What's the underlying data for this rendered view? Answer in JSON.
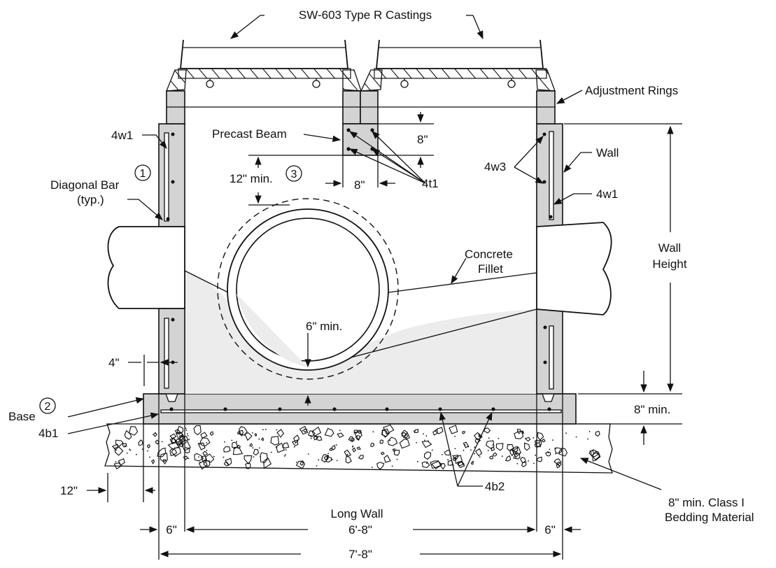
{
  "labels": {
    "castings": "SW-603 Type R Castings",
    "adjustment_rings": "Adjustment Rings",
    "precast_beam": "Precast Beam",
    "beam_depth": "8\"",
    "beam_width": "8\"",
    "bars_4t1": "4t1",
    "w1_left": "4w1",
    "w1_right": "4w1",
    "w3": "4w3",
    "wall": "Wall",
    "diagonal_bar_line1": "Diagonal Bar",
    "diagonal_bar_line2": "(typ.)",
    "note1": "1",
    "note2": "2",
    "note3": "3",
    "clearance": "12\" min.",
    "concrete_fillet_line1": "Concrete",
    "concrete_fillet_line2": "Fillet",
    "wall_height_line1": "Wall",
    "wall_height_line2": "Height",
    "six_min": "6\" min.",
    "four_in": "4\"",
    "base": "Base",
    "b1": "4b1",
    "base_thickness": "8\" min.",
    "twelve": "12\"",
    "b2": "4b2",
    "bedding_line1": "8\" min. Class I",
    "bedding_line2": "Bedding Material",
    "long_wall": "Long Wall",
    "left_wall_thk": "6\"",
    "inner_width": "6'-8\"",
    "right_wall_thk": "6\"",
    "overall_width": "7'-8\""
  }
}
